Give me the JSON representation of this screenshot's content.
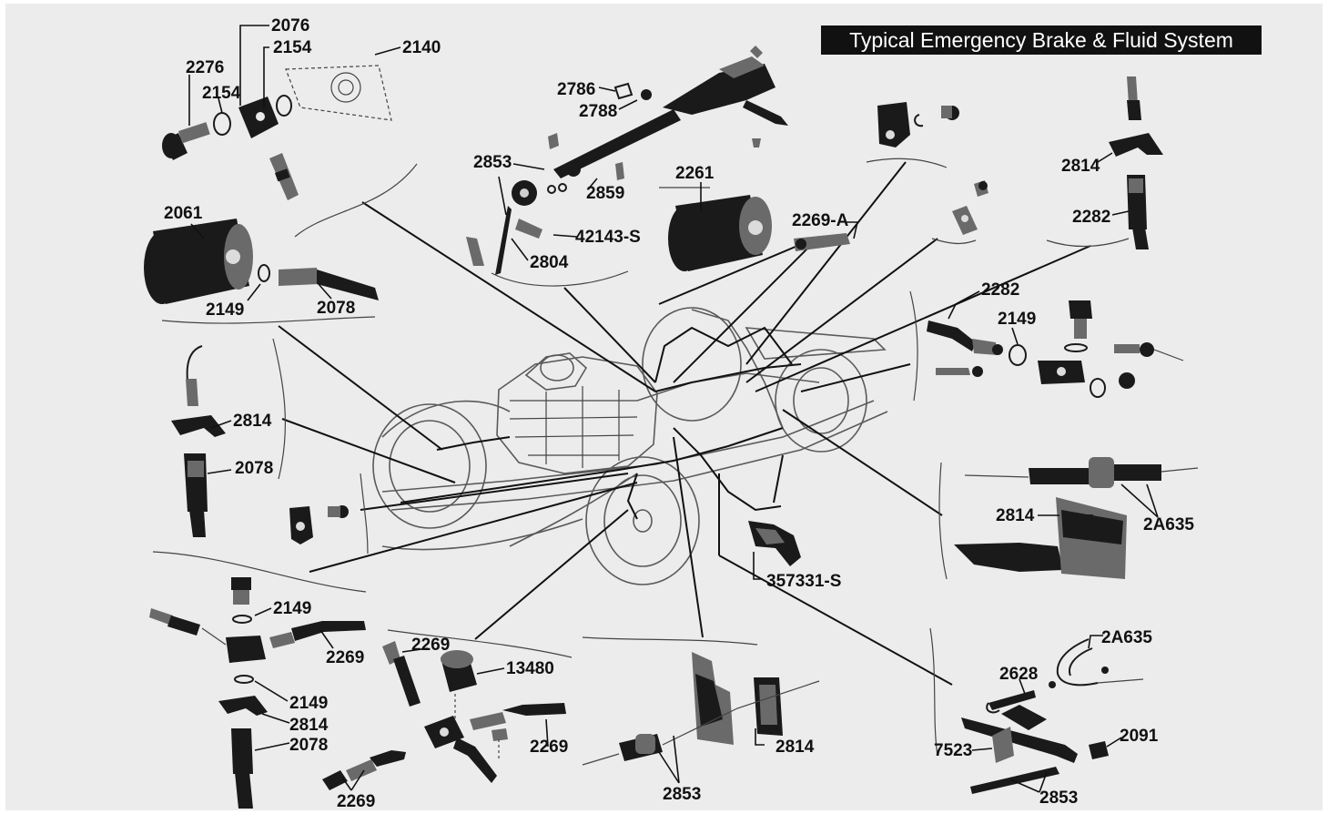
{
  "title": "Typical Emergency Brake & Fluid System",
  "colors": {
    "background": "#ececec",
    "banner": "#111111",
    "banner_text": "#ffffff",
    "ink": "#111111"
  },
  "labels": [
    "2076",
    "2154",
    "2140",
    "2276",
    "2154",
    "2786",
    "2788",
    "2853",
    "2859",
    "42143-S",
    "2804",
    "2261",
    "2269-A",
    "2814",
    "2282",
    "2061",
    "2149",
    "2078",
    "2282",
    "2149",
    "2814",
    "2078",
    "2814",
    "2A635",
    "357331-S",
    "2149",
    "2269",
    "2149",
    "2814",
    "2078",
    "2269",
    "13480",
    "2269",
    "2269",
    "2814",
    "2853",
    "2A635",
    "2628",
    "2091",
    "7523",
    "2853"
  ]
}
